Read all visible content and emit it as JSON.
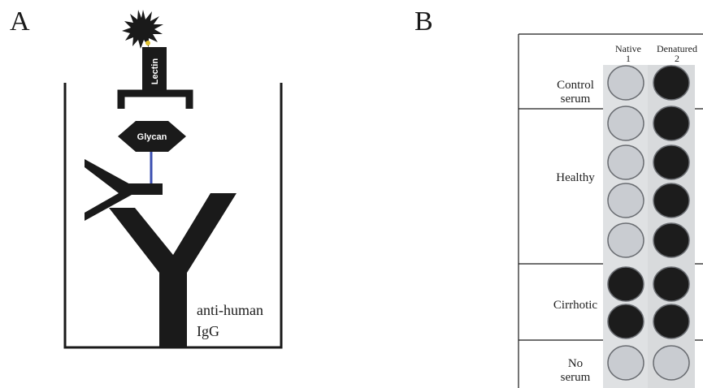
{
  "panel_a": {
    "letter": "A",
    "lectin_label": "Lectin",
    "glycan_label": "Glycan",
    "antibody_label_line1": "anti-human",
    "antibody_label_line2": "IgG"
  },
  "panel_b": {
    "letter": "B",
    "columns": [
      {
        "name": "Native",
        "number": "1"
      },
      {
        "name": "Denatured",
        "number": "2"
      }
    ],
    "row_groups": [
      {
        "label_lines": [
          "Control",
          "serum"
        ],
        "wells": [
          [
            "light",
            "dark"
          ]
        ]
      },
      {
        "label_lines": [
          "Healthy"
        ],
        "wells": [
          [
            "light",
            "dark"
          ],
          [
            "light",
            "dark"
          ],
          [
            "light",
            "dark"
          ],
          [
            "light",
            "dark"
          ]
        ]
      },
      {
        "label_lines": [
          "Cirrhotic"
        ],
        "wells": [
          [
            "dark",
            "dark"
          ],
          [
            "dark",
            "dark"
          ]
        ]
      },
      {
        "label_lines": [
          "No",
          "serum"
        ],
        "wells": [
          [
            "light",
            "light"
          ]
        ]
      }
    ]
  },
  "colors": {
    "ink": "#1a1a1a",
    "linker": "#3b4fb0",
    "star_tip": "#e0c030",
    "well_light": "#c9ccd1",
    "well_dark": "#1c1c1c",
    "strip": "#dfe1e3"
  }
}
